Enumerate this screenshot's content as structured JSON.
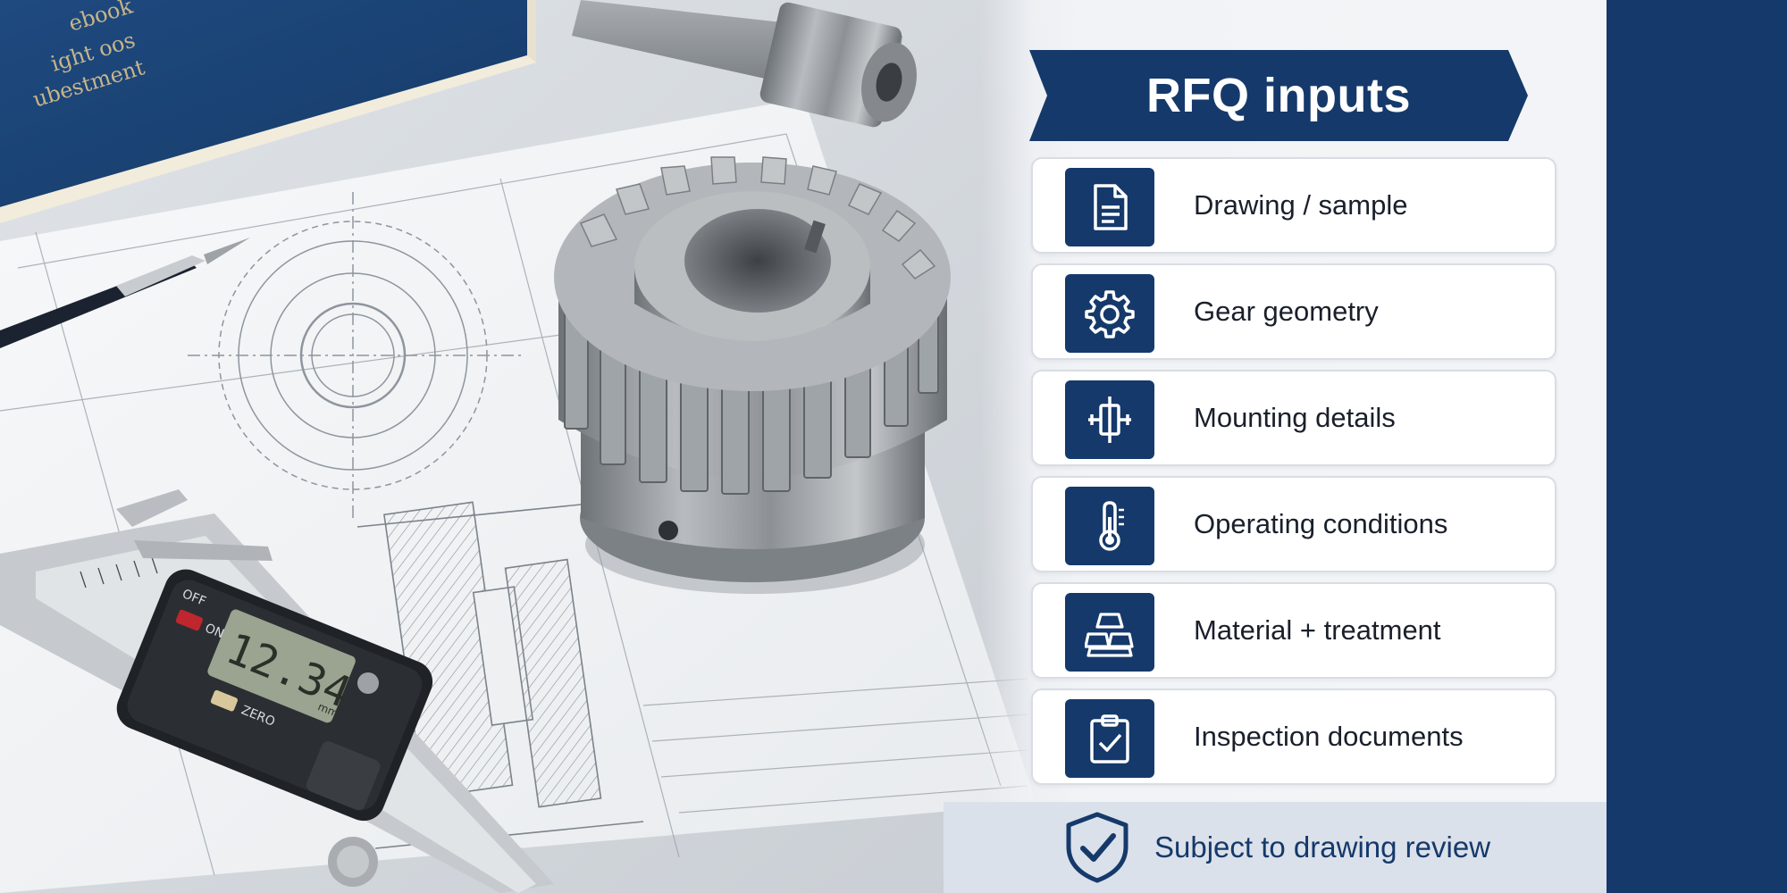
{
  "header": {
    "title": "RFQ inputs"
  },
  "items": [
    {
      "label": "Drawing / sample",
      "icon": "document-icon"
    },
    {
      "label": "Gear geometry",
      "icon": "gear-icon"
    },
    {
      "label": "Mounting details",
      "icon": "mounting-icon"
    },
    {
      "label": "Operating conditions",
      "icon": "thermometer-icon"
    },
    {
      "label": "Material + treatment",
      "icon": "ingot-stack-icon"
    },
    {
      "label": "Inspection documents",
      "icon": "clipboard-check-icon"
    }
  ],
  "footer": {
    "text": "Subject to drawing review",
    "icon": "shield-check-icon"
  },
  "caliper": {
    "reading": "12.34",
    "unit": "mm",
    "btn_off": "OFF",
    "btn_on": "ON",
    "btn_zero": "ZERO"
  },
  "colors": {
    "navy": "#15396a",
    "panel_bg": "#f1f3f6",
    "card_border": "#d9dde3",
    "footer_bg": "#dbe1ea"
  }
}
